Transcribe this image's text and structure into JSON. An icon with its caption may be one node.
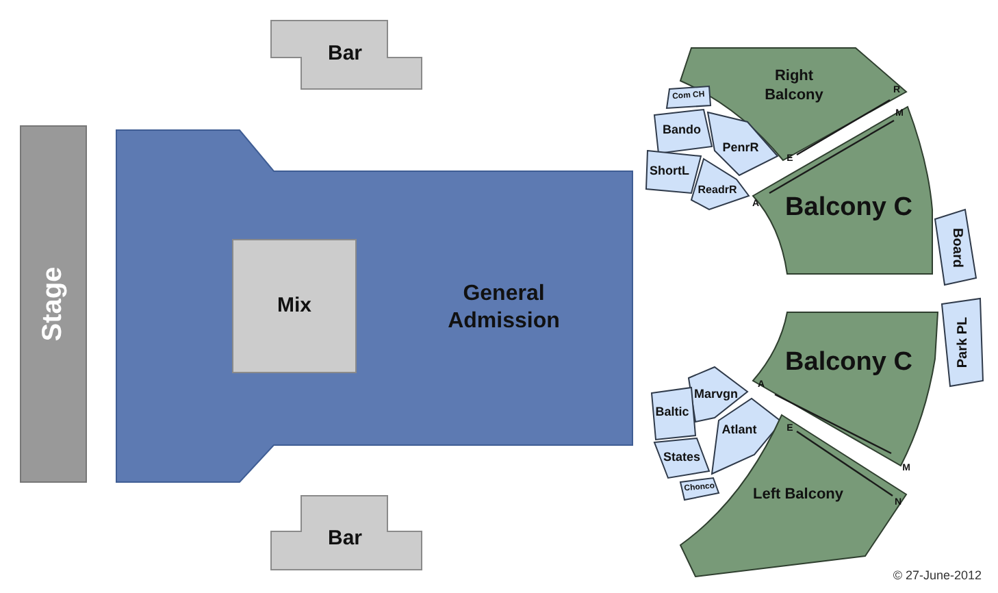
{
  "diagram": {
    "nodes": [
      {
        "text": [
          "Stage"
        ]
      },
      {
        "text": [
          "Bar"
        ]
      },
      {
        "text": [
          "General Admission"
        ]
      },
      {
        "text": [
          "Mix"
        ],
        "in": 2
      },
      {
        "text": [
          "Right Balcony"
        ]
      },
      {
        "text": [
          "Com CH"
        ]
      },
      {
        "text": [
          "Bando"
        ]
      },
      {
        "text": [
          "PenrR"
        ]
      },
      {
        "text": [
          "ShortL"
        ]
      },
      {
        "text": [
          "ReadrR"
        ]
      },
      {
        "text": [
          "Balcony C"
        ]
      },
      {
        "text": [
          "Board"
        ]
      },
      {
        "text": [
          "Park PL"
        ]
      },
      {
        "text": [
          "Balcony C"
        ]
      },
      {
        "text": [
          "Marvgn"
        ]
      },
      {
        "text": [
          "Baltic"
        ]
      },
      {
        "text": [
          "Atlant"
        ]
      },
      {
        "text": [
          "States"
        ]
      },
      {
        "text": [
          "Chonco"
        ]
      },
      {
        "text": [
          "Left Balcony"
        ]
      },
      {
        "text": [
          "Bar"
        ]
      }
    ],
    "labels": [
      "R",
      "M",
      "E",
      "A",
      "A",
      "E",
      "M",
      "N",
      "© 27-June-2012"
    ]
  }
}
